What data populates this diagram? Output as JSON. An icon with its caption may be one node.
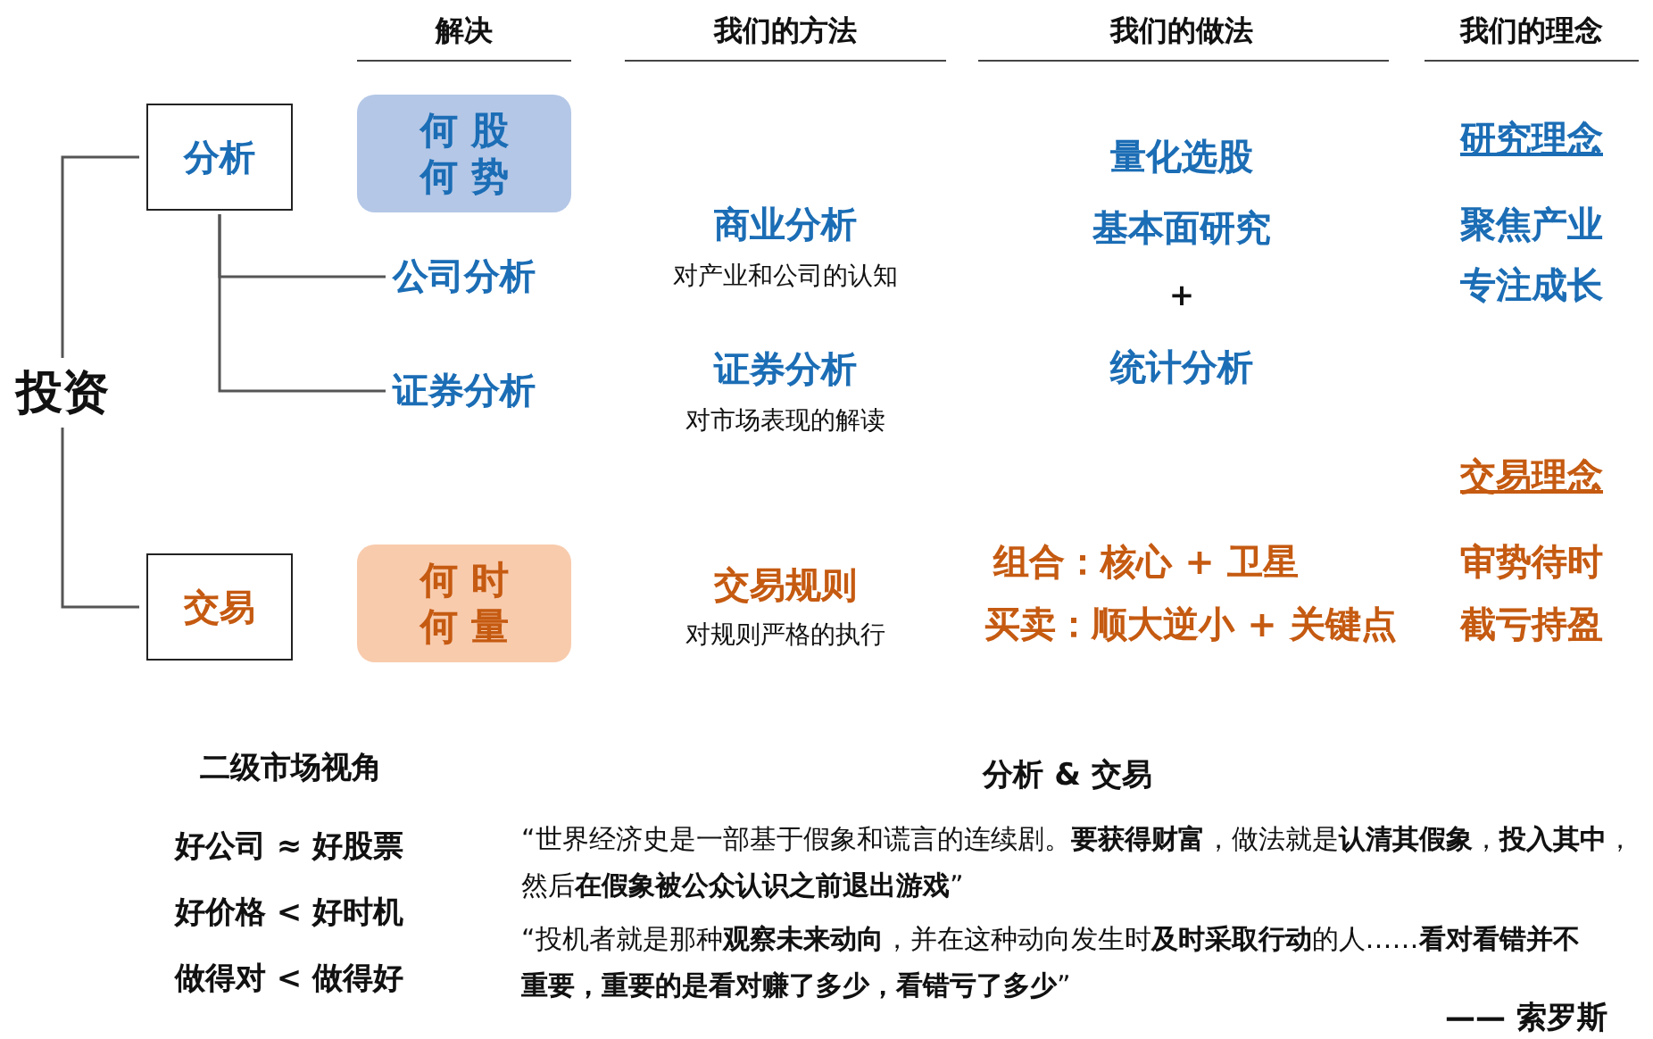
{
  "diagram": {
    "nodes": [
      {
        "text": [
          "投资"
        ]
      },
      {
        "text": [
          "分析"
        ]
      },
      {
        "text": [
          "何股何势"
        ]
      },
      {
        "text": [
          "公司分析"
        ]
      },
      {
        "text": [
          "证券分析"
        ]
      },
      {
        "text": [
          "交易"
        ]
      },
      {
        "text": [
          "何时何量"
        ]
      }
    ],
    "edges": [
      {
        "from": 0,
        "to": 1,
        "arrow": "none"
      },
      {
        "from": 0,
        "to": 5,
        "arrow": "none"
      },
      {
        "from": 1,
        "to": 3,
        "arrow": "none"
      },
      {
        "from": 1,
        "to": 4,
        "arrow": "none"
      }
    ],
    "labels": [
      "解决",
      "我们的方法",
      "我们的做法",
      "我们的理念",
      "量化选股",
      "研究理念",
      "商业分析",
      "对产业和公司的认知",
      "基本面研究",
      "聚焦产业",
      "+",
      "专注成长",
      "证券分析",
      "对市场表现的解读",
      "统计分析",
      "交易理念",
      "交易规则",
      "组合：核心 + 卫星",
      "审势待时",
      "对规则严格的执行",
      "买卖：顺大逆小 + 关键点",
      "截亏持盈",
      "二级市场视角",
      "分析 & 交易",
      "好公司 ≈ 好股票",
      "“世界经济史是一部基于假象和谎言的连续剧。**要获得财富**，做法就是**认清其假象**，**投入其中**，然后**在假象被公众认识之前退出游戏**”",
      "好价格 < 好时机",
      "“投机者就是那种**观察未来动向**，并在这种动向发生时**及时采取行动**的人……**看对看错并不重要，重要的是看对赚了多少，看错亏了多少**”",
      "做得对 < 做得好",
      "—— 索罗斯"
    ]
  }
}
